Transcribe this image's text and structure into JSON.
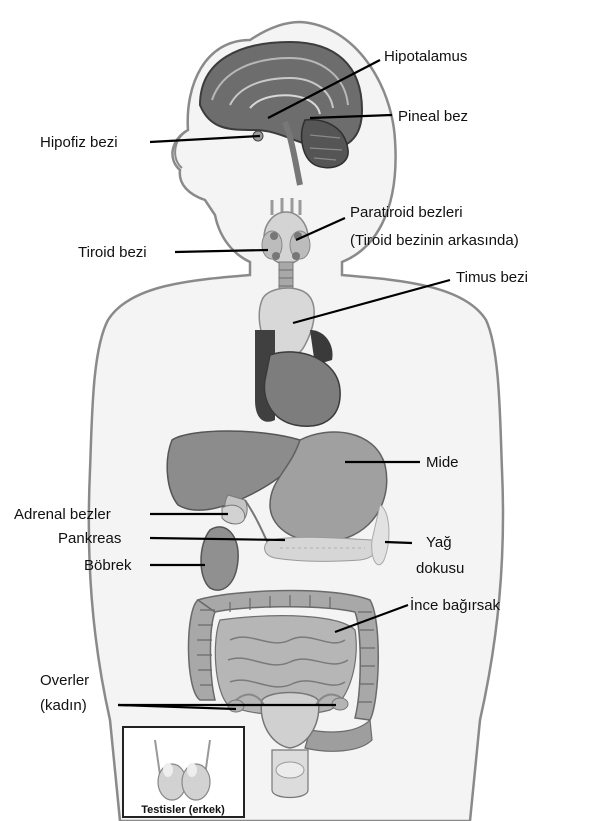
{
  "labels": {
    "hypothalamus": "Hipotalamus",
    "pineal": "Pineal bez",
    "pituitary": "Hipofiz bezi",
    "parathyroid_line1": "Paratiroid bezleri",
    "parathyroid_line2": "(Tiroid bezinin arkasında)",
    "thyroid": "Tiroid bezi",
    "thymus": "Timus bezi",
    "stomach": "Mide",
    "adrenal": "Adrenal bezler",
    "pancreas": "Pankreas",
    "fat_line1": "Yağ",
    "fat_line2": "dokusu",
    "kidney": "Böbrek",
    "small_intestine": "İnce bağırsak",
    "ovaries_line1": "Overler",
    "ovaries_line2": "(kadın)",
    "testes": "Testisler (erkek)"
  },
  "colors": {
    "background": "#ffffff",
    "body_fill": "#f4f4f4",
    "body_outline": "#8a8a8a",
    "leader_line": "#000000",
    "text": "#111111"
  }
}
